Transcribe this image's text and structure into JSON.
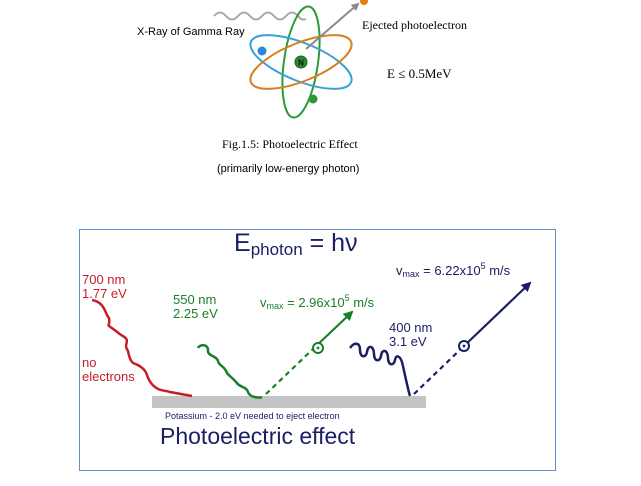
{
  "top_figure": {
    "xray_label": "X-Ray  of  Gamma Ray",
    "ejected_label": "Ejected  photoelectron",
    "energy_label": "E   ≤ 0.5MeV",
    "nucleus_label": "N",
    "caption": "Fig.1.5: Photoelectric  Effect",
    "subcaption": "(primarily low-energy photon)",
    "colors": {
      "orbit_green": "#2a9a3a",
      "orbit_blue": "#3aa0d8",
      "orbit_orange": "#d8801e",
      "arrow": "#8a8a8a",
      "electron_blue": "#2a8ad8",
      "electron_orange": "#e87a10"
    }
  },
  "panel": {
    "equation": {
      "E": "E",
      "sub": "photon",
      "rest": " = hν"
    },
    "red_photon": {
      "wavelength": "700 nm",
      "energy": "1.77 eV",
      "note_line1": "no",
      "note_line2": "electrons",
      "color": "#c41e2a"
    },
    "green_photon": {
      "wavelength": "550 nm",
      "energy": "2.25 eV",
      "color": "#1a7f2a"
    },
    "green_vmax": {
      "v": "v",
      "sub": "max",
      "value": " = 2.96x10",
      "exp": "5",
      "unit": " m/s"
    },
    "blue_photon": {
      "wavelength": "400 nm",
      "energy": "3.1 eV",
      "color": "#1b2066"
    },
    "blue_vmax": {
      "v": "v",
      "sub": "max",
      "value": " = 6.22x10",
      "exp": "5",
      "unit": " m/s"
    },
    "metal_label": "Potassium - 2.0 eV needed to eject electron",
    "title": "Photoelectric effect",
    "colors": {
      "metal": "#c4c4c4",
      "border": "#5e8fc6",
      "text_dark": "#1b2066"
    }
  }
}
